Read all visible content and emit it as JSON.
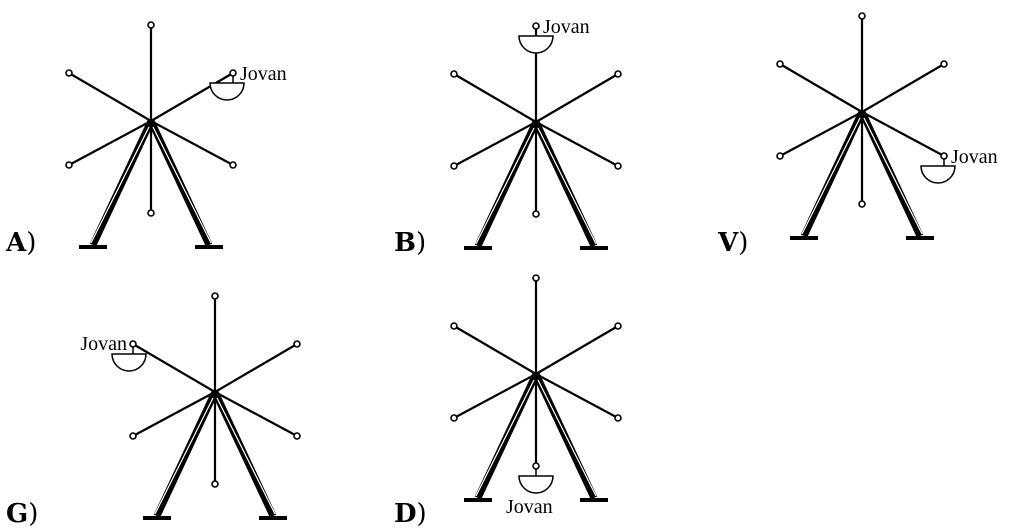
{
  "options": [
    {
      "letter": "A",
      "paren": ")",
      "person": "Jovan",
      "cabin_spoke": "upper-right"
    },
    {
      "letter": "B",
      "paren": ")",
      "person": "Jovan",
      "cabin_spoke": "top"
    },
    {
      "letter": "V",
      "paren": ")",
      "person": "Jovan",
      "cabin_spoke": "lower-right"
    },
    {
      "letter": "G",
      "paren": ")",
      "person": "Jovan",
      "cabin_spoke": "upper-left"
    },
    {
      "letter": "D",
      "paren": ")",
      "person": "Jovan",
      "cabin_spoke": "bottom"
    }
  ]
}
